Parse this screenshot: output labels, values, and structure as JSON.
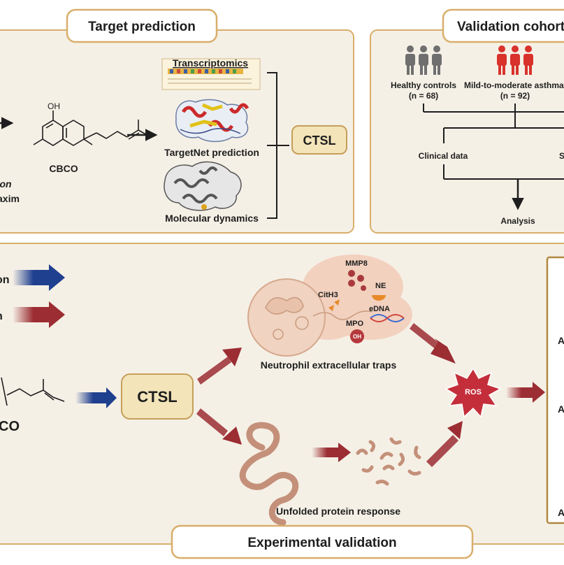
{
  "panels": {
    "target_prediction": {
      "title": "Target prediction",
      "compound_label": "CBCO",
      "hydroxyl_label": "OH",
      "source_partial_1": "ron",
      "source_partial_2": "axim",
      "methods": [
        "Transcriptomics",
        "TargetNet prediction",
        "Molecular dynamics"
      ],
      "target": "CTSL"
    },
    "validation_cohort": {
      "title": "Validation cohort",
      "groups": [
        {
          "label": "Healthy controls",
          "n": "(n = 68)",
          "color": "#6f6f6f"
        },
        {
          "label": "Mild-to-moderate asthma",
          "n": "(n = 92)",
          "color": "#d8322b"
        }
      ],
      "branch_left": "Clinical data",
      "branch_right_partial": "S",
      "result": "Analysis"
    },
    "experimental_validation": {
      "title": "Experimental validation",
      "legend_partial": [
        "on",
        "n"
      ],
      "legend_colors": [
        "#1f3f8f",
        "#9b2d33"
      ],
      "compound_partial": "CO",
      "target": "CTSL",
      "net_markers": [
        "MMP8",
        "NE",
        "CitH3",
        "eDNA",
        "MPO",
        "OH"
      ],
      "net_label": "Neutrophil extracellular traps",
      "upr_label": "Unfolded protein response",
      "ros_label": "ROS",
      "right_partial": [
        "A",
        "A",
        "A"
      ]
    }
  },
  "colors": {
    "panel_bg": "#f5f0e6",
    "panel_border": "#d8ae6a",
    "ctsl_fill": "#f3e4b9",
    "ros_fill": "#c42e3a",
    "blue_arrow": "#1f3f8f",
    "red_arrow": "#9b2d33",
    "cell_fill": "#f0d3c1"
  }
}
